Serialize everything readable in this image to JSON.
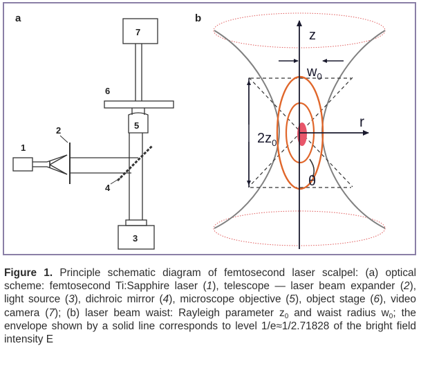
{
  "panels": {
    "a": {
      "label": "a",
      "components": [
        {
          "number": "1"
        },
        {
          "number": "2"
        },
        {
          "number": "3"
        },
        {
          "number": "4"
        },
        {
          "number": "5"
        },
        {
          "number": "6"
        },
        {
          "number": "7"
        }
      ]
    },
    "b": {
      "label": "b",
      "axis_z": "z",
      "axis_r": "r",
      "waist_symbol": "w",
      "waist_subscript": "0",
      "rayleigh_symbol": "2z",
      "rayleigh_subscript": "0",
      "angle_symbol": "θ",
      "colors": {
        "envelope": "#808080",
        "wavefront": "#e0662a",
        "focus_spot": "#e8566a",
        "ellipse_dotted": "#e05a5a",
        "axes": "#1a1a2e"
      }
    }
  },
  "caption": {
    "figure_label": "Figure 1.",
    "parts": [
      " Principle schematic diagram of femtosecond laser scalpel: (a) optical scheme: femtosecond Ti:Sapphire laser (",
      "1",
      "), telescope — laser beam expander (",
      "2",
      "), light source (",
      "3",
      "), dichroic mirror (",
      "4",
      "), microscope objective (",
      "5",
      "), object stage (",
      "6",
      "), video camera (",
      "7",
      "); (b) laser beam waist: Rayleigh parameter z",
      "0",
      " and waist radius w",
      "0",
      "; the envelope shown by a solid line corresponds to level 1/e≈1/2.71828 of the bright field intensity E"
    ]
  }
}
